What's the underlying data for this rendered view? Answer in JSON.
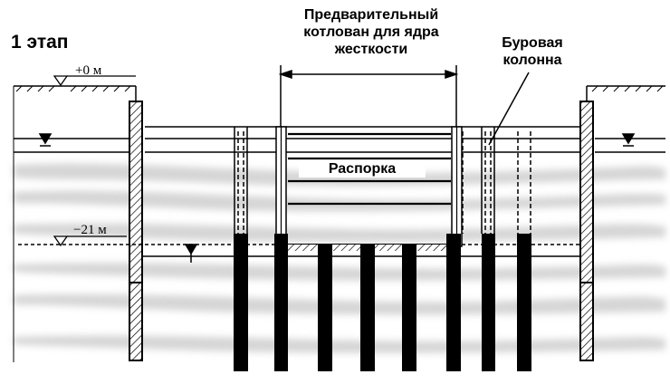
{
  "stage_label": "1 этап",
  "level_top": "+0 м",
  "level_bottom": "−21 м",
  "pit_label": [
    "Предварительный",
    "котлован для ядра",
    "жесткости"
  ],
  "strut_label": "Распорка",
  "column_label": [
    "Буровая",
    "колонна"
  ],
  "colors": {
    "line": "#000000",
    "soil_band": "#c8c8c8",
    "background": "#ffffff"
  }
}
